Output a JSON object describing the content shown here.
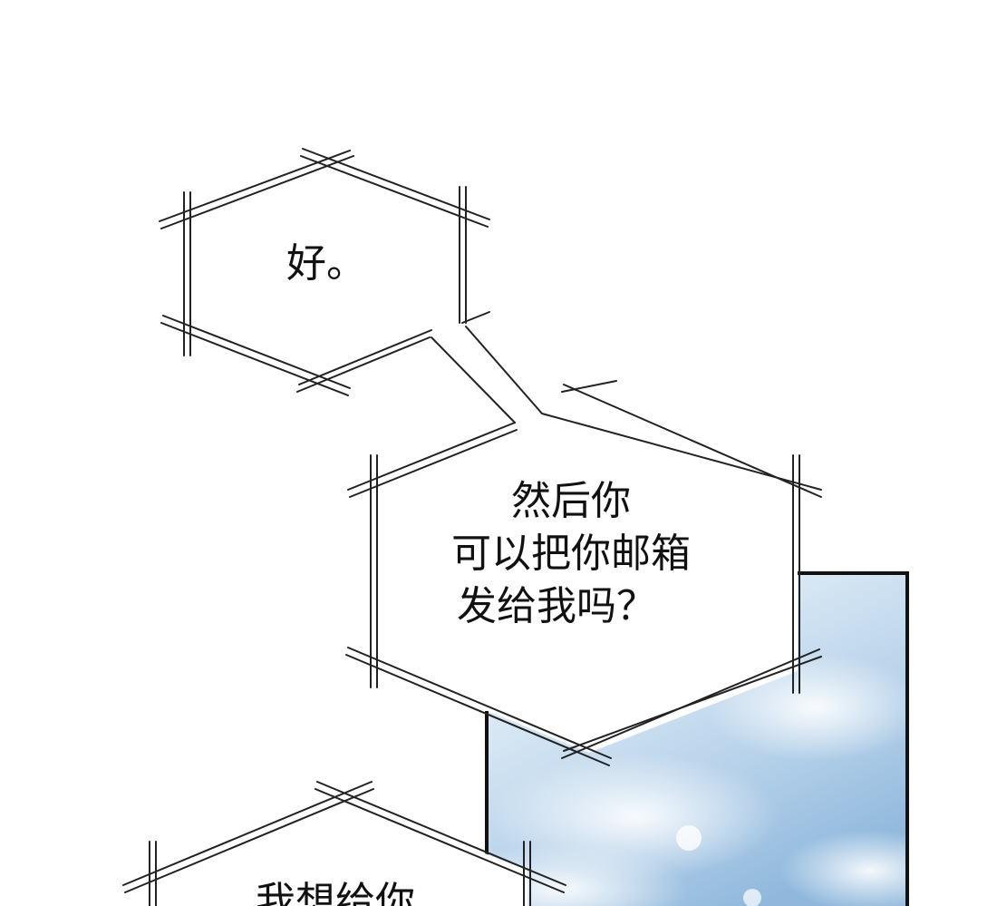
{
  "bubbles": {
    "b1": "好。",
    "b2_line1": "然后你",
    "b2_line2": "可以把你邮箱",
    "b2_line3": "发给我吗？",
    "b3": "我想给你"
  },
  "colors": {
    "ink": "#222222",
    "sky_light": "#eef5fb",
    "sky_mid": "#c9dff0",
    "sky_deep": "#9fc3e2",
    "panel_border": "#111111"
  }
}
